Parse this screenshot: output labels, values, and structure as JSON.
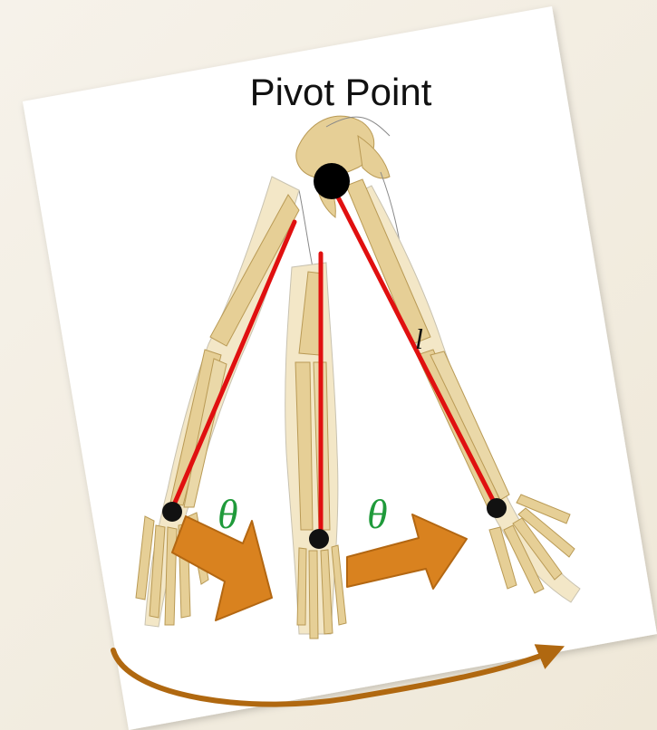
{
  "diagram": {
    "pivot_label": "Pivot Point",
    "length_label": "l",
    "angle_label_left": "θ",
    "angle_label_right": "θ",
    "colors": {
      "slide_background": "#f2ede2",
      "card": "#ffffff",
      "bone": "#e6cf96",
      "bone_outline": "#b99a55",
      "pendulum_line": "#e01010",
      "pivot": "#000000",
      "arrow": "#d9821f",
      "arrow_outline": "#b36712",
      "swing_arrow": "#b06810",
      "angle_label": "#1f9a3a",
      "text": "#111111"
    }
  }
}
